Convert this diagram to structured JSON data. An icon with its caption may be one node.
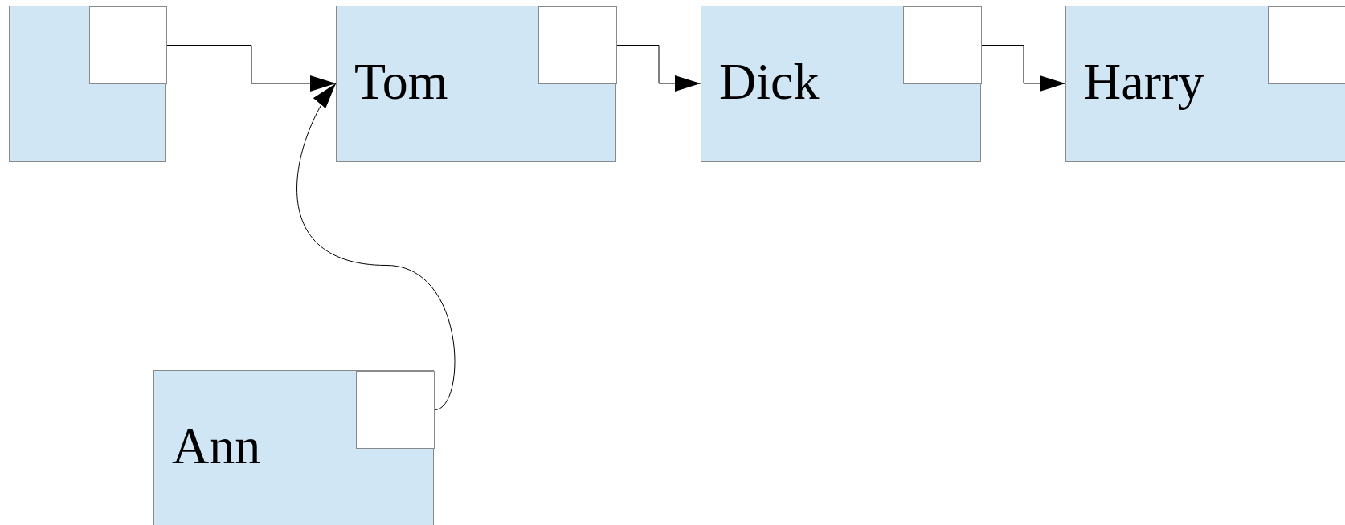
{
  "diagram": {
    "nodes": [
      {
        "text": [],
        "shape": "box"
      },
      {
        "text": [],
        "shape": "box",
        "in": 0
      },
      {
        "text": [
          "Tom"
        ]
      },
      {
        "text": [],
        "shape": "box",
        "in": 2
      },
      {
        "text": [
          "Dick"
        ]
      },
      {
        "text": [],
        "shape": "box",
        "in": 4
      },
      {
        "text": [
          "Harry"
        ]
      },
      {
        "text": [],
        "shape": "box",
        "in": 6
      },
      {
        "text": [
          "Ann"
        ]
      },
      {
        "text": [],
        "shape": "box",
        "in": 8
      }
    ],
    "edges": [
      {
        "from": 1,
        "to": 2,
        "arrow": "to"
      },
      {
        "from": 3,
        "to": 4,
        "arrow": "to"
      },
      {
        "from": 5,
        "to": 6,
        "arrow": "to"
      },
      {
        "from": 9,
        "to": 2,
        "arrow": "to"
      }
    ]
  }
}
